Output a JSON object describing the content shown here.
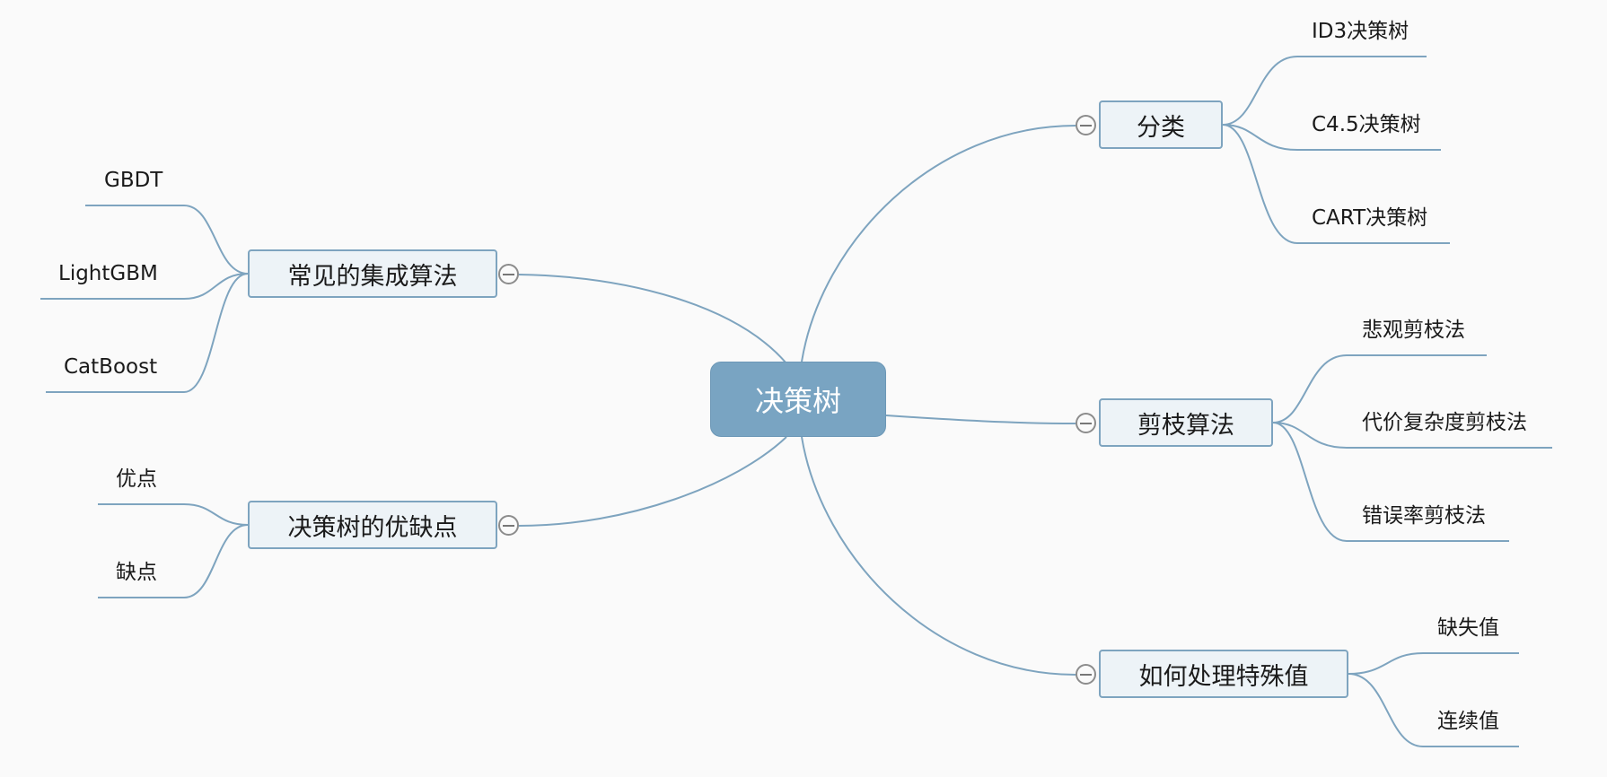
{
  "colors": {
    "line": "#7ea4bf",
    "root_fill": "#79a4c2",
    "topic_fill": "#edf3f7",
    "background": "#fafafa"
  },
  "mindmap": {
    "root": "决策树",
    "branches": [
      {
        "key": "classification",
        "label": "分类",
        "children": [
          "ID3决策树",
          "C4.5决策树",
          "CART决策树"
        ]
      },
      {
        "key": "pruning",
        "label": "剪枝算法",
        "children": [
          "悲观剪枝法",
          "代价复杂度剪枝法",
          "错误率剪枝法"
        ]
      },
      {
        "key": "special-values",
        "label": "如何处理特殊值",
        "children": [
          "缺失值",
          "连续值"
        ]
      },
      {
        "key": "ensemble",
        "label": "常见的集成算法",
        "children": [
          "GBDT",
          "LightGBM",
          "CatBoost"
        ]
      },
      {
        "key": "pros-cons",
        "label": "决策树的优缺点",
        "children": [
          "优点",
          "缺点"
        ]
      }
    ]
  }
}
